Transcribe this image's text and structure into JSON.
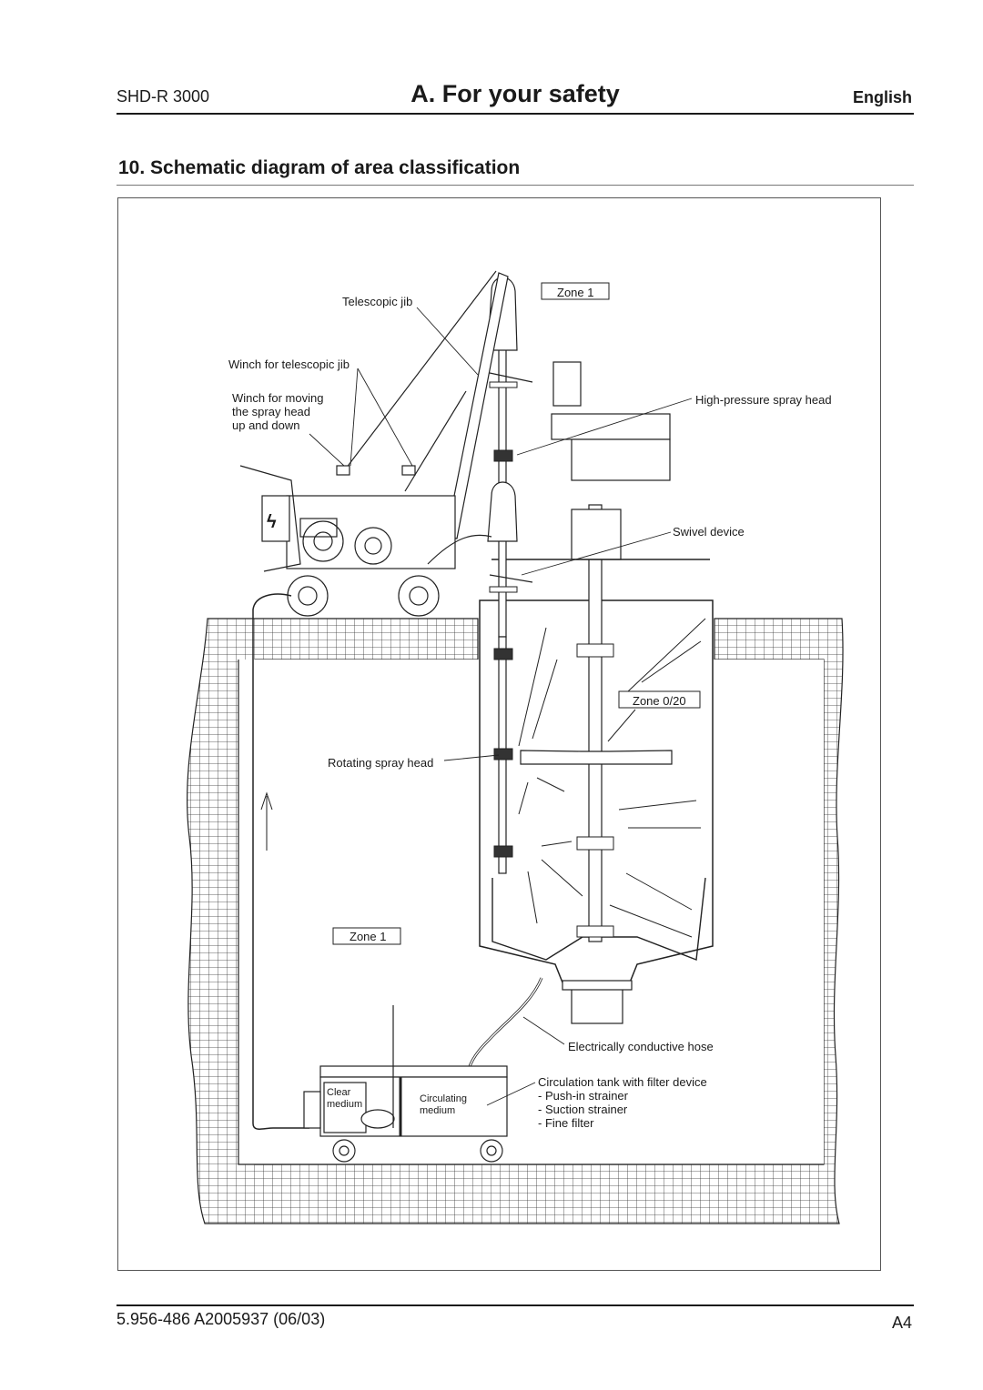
{
  "header": {
    "model": "SHD-R 3000",
    "title": "A. For your safety",
    "language": "English"
  },
  "section": {
    "heading": "10.  Schematic diagram of area classification"
  },
  "diagram": {
    "zone_top": "Zone 1",
    "zone_tank": "Zone 0/20",
    "zone_pit": "Zone 1",
    "telescopic_jib": "Telescopic jib",
    "winch_jib": "Winch for telescopic jib",
    "winch_move_1": "Winch for moving",
    "winch_move_2": "the spray head",
    "winch_move_3": "up and down",
    "high_pressure_head": "High-pressure spray head",
    "swivel_device": "Swivel device",
    "rotating_head": "Rotating spray head",
    "conductive_hose": "Electrically conductive hose",
    "circ_tank": "Circulation tank with filter device",
    "push_in": "- Push-in strainer",
    "suction": "- Suction strainer",
    "fine_filter": "- Fine filter",
    "clear_1": "Clear",
    "clear_2": "medium",
    "circulating_1": "Circulating",
    "circulating_2": "medium"
  },
  "footer": {
    "doc_code": "5.956-486  A2005937 (06/03)",
    "page": "A4"
  }
}
